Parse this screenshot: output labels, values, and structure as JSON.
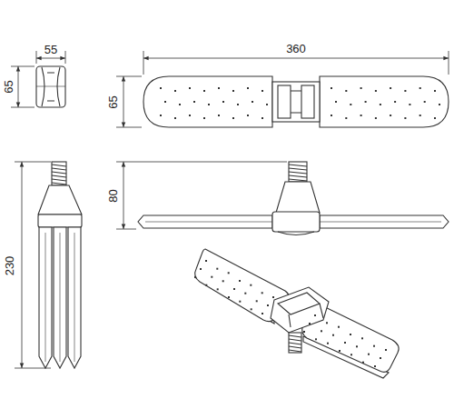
{
  "diagram": {
    "labels": [
      "55",
      "65",
      "360",
      "65",
      "230",
      "80"
    ]
  }
}
